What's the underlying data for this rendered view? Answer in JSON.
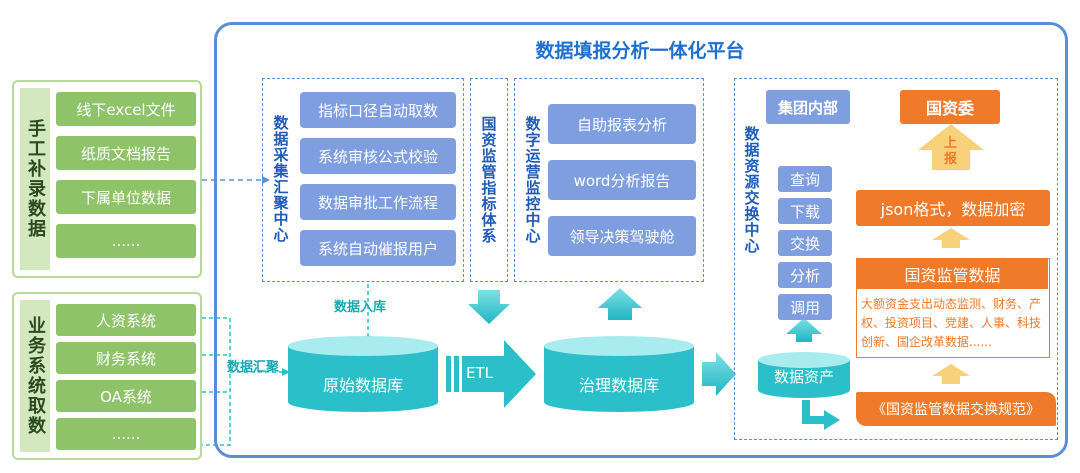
{
  "left_top": {
    "label": "手工补录数据",
    "items": [
      "线下excel文件",
      "纸质文档报告",
      "下属单位数据",
      "......"
    ]
  },
  "left_bottom": {
    "label": "业务系统取数",
    "items": [
      "人资系统",
      "财务系统",
      "OA系统",
      "......"
    ]
  },
  "platform": {
    "title": "数据填报分析一体化平台"
  },
  "collection": {
    "label": "数据采集汇聚中心",
    "items": [
      "指标口径自动取数",
      "系统审核公式校验",
      "数据审批工作流程",
      "系统自动催报用户"
    ]
  },
  "indicator": {
    "label": "国资监管指标体系"
  },
  "operation": {
    "label": "数字运营监控中心",
    "items": [
      "自助报表分析",
      "word分析报告",
      "领导决策驾驶舱"
    ]
  },
  "exchange": {
    "label": "数据资源交换中心",
    "group": "集团内部",
    "ops": [
      "查询",
      "下载",
      "交换",
      "分析",
      "调用"
    ],
    "sasac": "国资委",
    "upload": "上报",
    "json": "json格式，数据加密",
    "regulatory_title": "国资监管数据",
    "regulatory_desc": "大额资金支出动态监测、财务、产权、投资项目、党建、人事、科技创新、国企改革数据......",
    "spec": "《国资监管数据交换规范》",
    "asset": "数据资产"
  },
  "flow": {
    "ingest": "数据入库",
    "converge": "数据汇聚",
    "etl": "ETL",
    "raw_db": "原始数据库",
    "gov_db": "治理数据库"
  },
  "colors": {
    "green": "#8fc36a",
    "blue": "#7e9ee0",
    "orange": "#ee7a2a",
    "teal": "#2bbfc9",
    "frame": "#5a8fd6"
  }
}
